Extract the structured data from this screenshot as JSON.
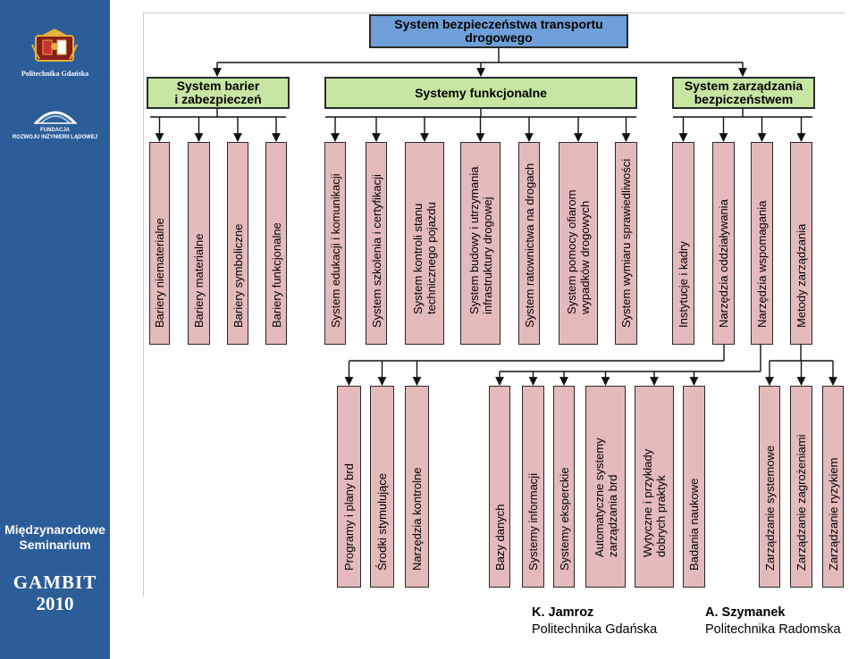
{
  "sidebar": {
    "university": "Politechnika Gdańska",
    "foundation_line1": "FUNDACJA",
    "foundation_line2": "ROZWOJU INŻYNIERII LĄDOWEJ",
    "seminar_line1": "Międzynarodowe",
    "seminar_line2": "Seminarium",
    "event": "GAMBIT",
    "year": "2010"
  },
  "diagram": {
    "root": {
      "line1": "System bezpieczeństwa transportu",
      "line2": "drogowego"
    },
    "categories": [
      {
        "line1": "System barier",
        "line2": "i zabezpieczeń"
      },
      {
        "line1": "Systemy funkcjonalne",
        "line2": ""
      },
      {
        "line1": "System zarządzania",
        "line2": "bezpiczeństwem"
      }
    ],
    "top_items": [
      {
        "line1": "Bariery niematerialne",
        "line2": ""
      },
      {
        "line1": "Bariery materialne",
        "line2": ""
      },
      {
        "line1": "Bariery symboliczne",
        "line2": ""
      },
      {
        "line1": "Bariery funkcjonalne",
        "line2": ""
      },
      {
        "line1": "System edukacji i komunikacji",
        "line2": ""
      },
      {
        "line1": "System szkolenia i certyfikacji",
        "line2": ""
      },
      {
        "line1": "System kontroli stanu",
        "line2": "technicznego pojazdu"
      },
      {
        "line1": "System budowy i utrzymania",
        "line2": "infrastruktury drogowej"
      },
      {
        "line1": "System ratownictwa na drogach",
        "line2": ""
      },
      {
        "line1": "System pomocy ofiarom",
        "line2": "wypadków drogowych"
      },
      {
        "line1": "System wymiaru sprawiedliwości",
        "line2": ""
      },
      {
        "line1": "Instytucje i kadry",
        "line2": ""
      },
      {
        "line1": "Narzędzia oddziaływania",
        "line2": ""
      },
      {
        "line1": "Narzędzia wspomagania",
        "line2": ""
      },
      {
        "line1": "Metody zarządzania",
        "line2": ""
      }
    ],
    "bottom_items": [
      {
        "line1": "Programy i plany brd",
        "line2": ""
      },
      {
        "line1": "Środki stymulujące",
        "line2": ""
      },
      {
        "line1": "Narzędzia kontrolne",
        "line2": ""
      },
      {
        "line1": "Bazy danych",
        "line2": ""
      },
      {
        "line1": "Systemy informacji",
        "line2": ""
      },
      {
        "line1": "Systemy eksperckie",
        "line2": ""
      },
      {
        "line1": "Automatyczne systemy",
        "line2": "zarządzania brd"
      },
      {
        "line1": "Wytyczne i przykłady",
        "line2": "dobrych praktyk"
      },
      {
        "line1": "Badania naukowe",
        "line2": ""
      },
      {
        "line1": "Zarządzanie systemowe",
        "line2": ""
      },
      {
        "line1": "Zarządzanie zagrożeniami",
        "line2": ""
      },
      {
        "line1": "Zarządzanie ryzykiem",
        "line2": ""
      }
    ]
  },
  "authors": [
    {
      "name": "K. Jamroz",
      "affiliation": "Politechnika Gdańska"
    },
    {
      "name": "A. Szymanek",
      "affiliation": "Politechnika Radomska"
    }
  ]
}
